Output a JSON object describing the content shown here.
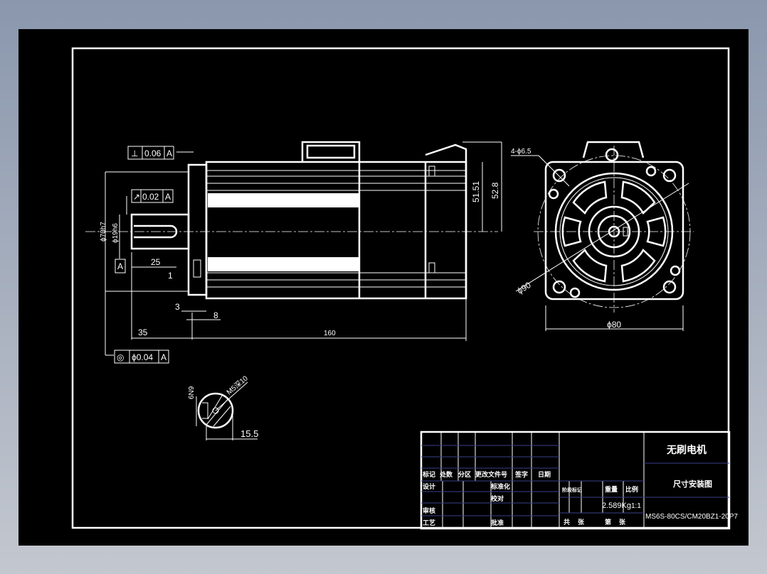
{
  "drawing": {
    "side_view": {
      "perpendicularity": {
        "symbol": "⊥",
        "value": "0.06",
        "datum": "A"
      },
      "runout": {
        "symbol": "↗",
        "value": "0.02",
        "datum": "A"
      },
      "concentricity": {
        "symbol": "◎",
        "value": "ϕ0.04",
        "datum": "A"
      },
      "datum_label": "A",
      "dims": {
        "flange_dia": "ϕ70h7",
        "shaft_dia": "ϕ19h6",
        "key_len": "25",
        "chamfer": "1",
        "flange_thk": "3",
        "pilot": "8",
        "shaft_len": "35",
        "body_len": "160",
        "h1": "51.51",
        "h2": "52.8"
      }
    },
    "end_view": {
      "holes": "4-ϕ6.5",
      "pcd": "ϕ90",
      "square": "ϕ80"
    },
    "section": {
      "key": "6N9",
      "thread": "M5深10",
      "width": "15.5"
    }
  },
  "title_block": {
    "title": "无刷电机",
    "drawing_name": "尺寸安装图",
    "part_no": "MS6S-80CS/CM20BZ1-20P7",
    "headers": [
      "标记",
      "处数",
      "分区",
      "更改文件号",
      "签字",
      "日期"
    ],
    "rows": {
      "design": "设计",
      "standard": "标准化",
      "check": "校对",
      "review": "审核",
      "process": "工艺",
      "approve": "批准"
    },
    "stage": "阶段标记",
    "weight_label": "重量",
    "scale_label": "比例",
    "weight": "2.589Kg",
    "scale": "1:1",
    "sheets": {
      "total": "共",
      "sheet_unit": "张",
      "current": "第",
      "sheet_unit2": "张"
    }
  }
}
